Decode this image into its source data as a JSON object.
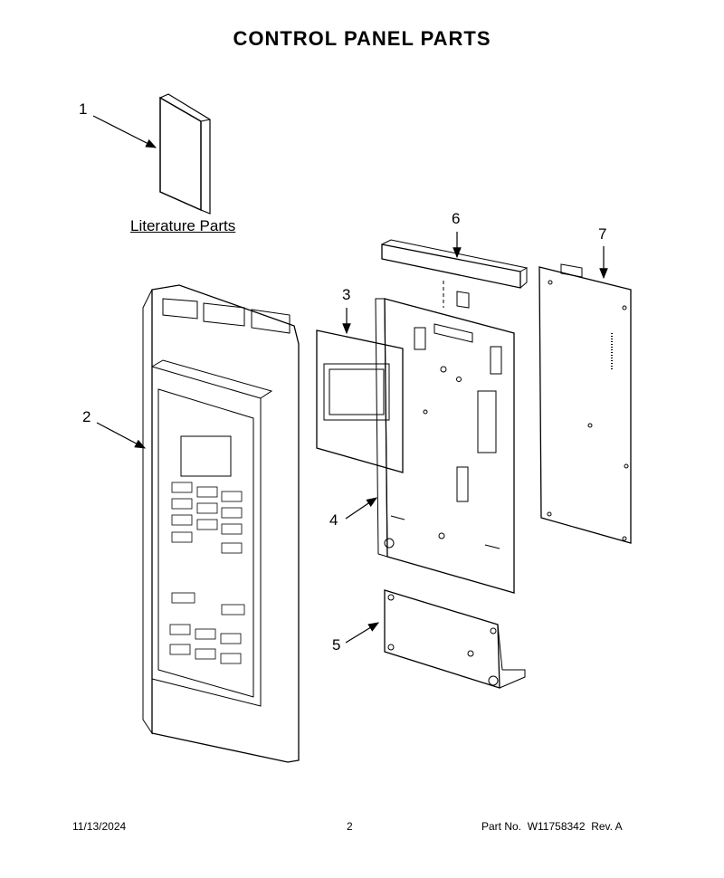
{
  "title": "CONTROL PANEL PARTS",
  "literature_label": "Literature Parts",
  "callouts": [
    "1",
    "2",
    "3",
    "4",
    "5",
    "6",
    "7"
  ],
  "footer": {
    "date": "11/13/2024",
    "page": "2",
    "part_label": "Part No.",
    "part_number": "W11758342",
    "rev": "Rev. A"
  }
}
